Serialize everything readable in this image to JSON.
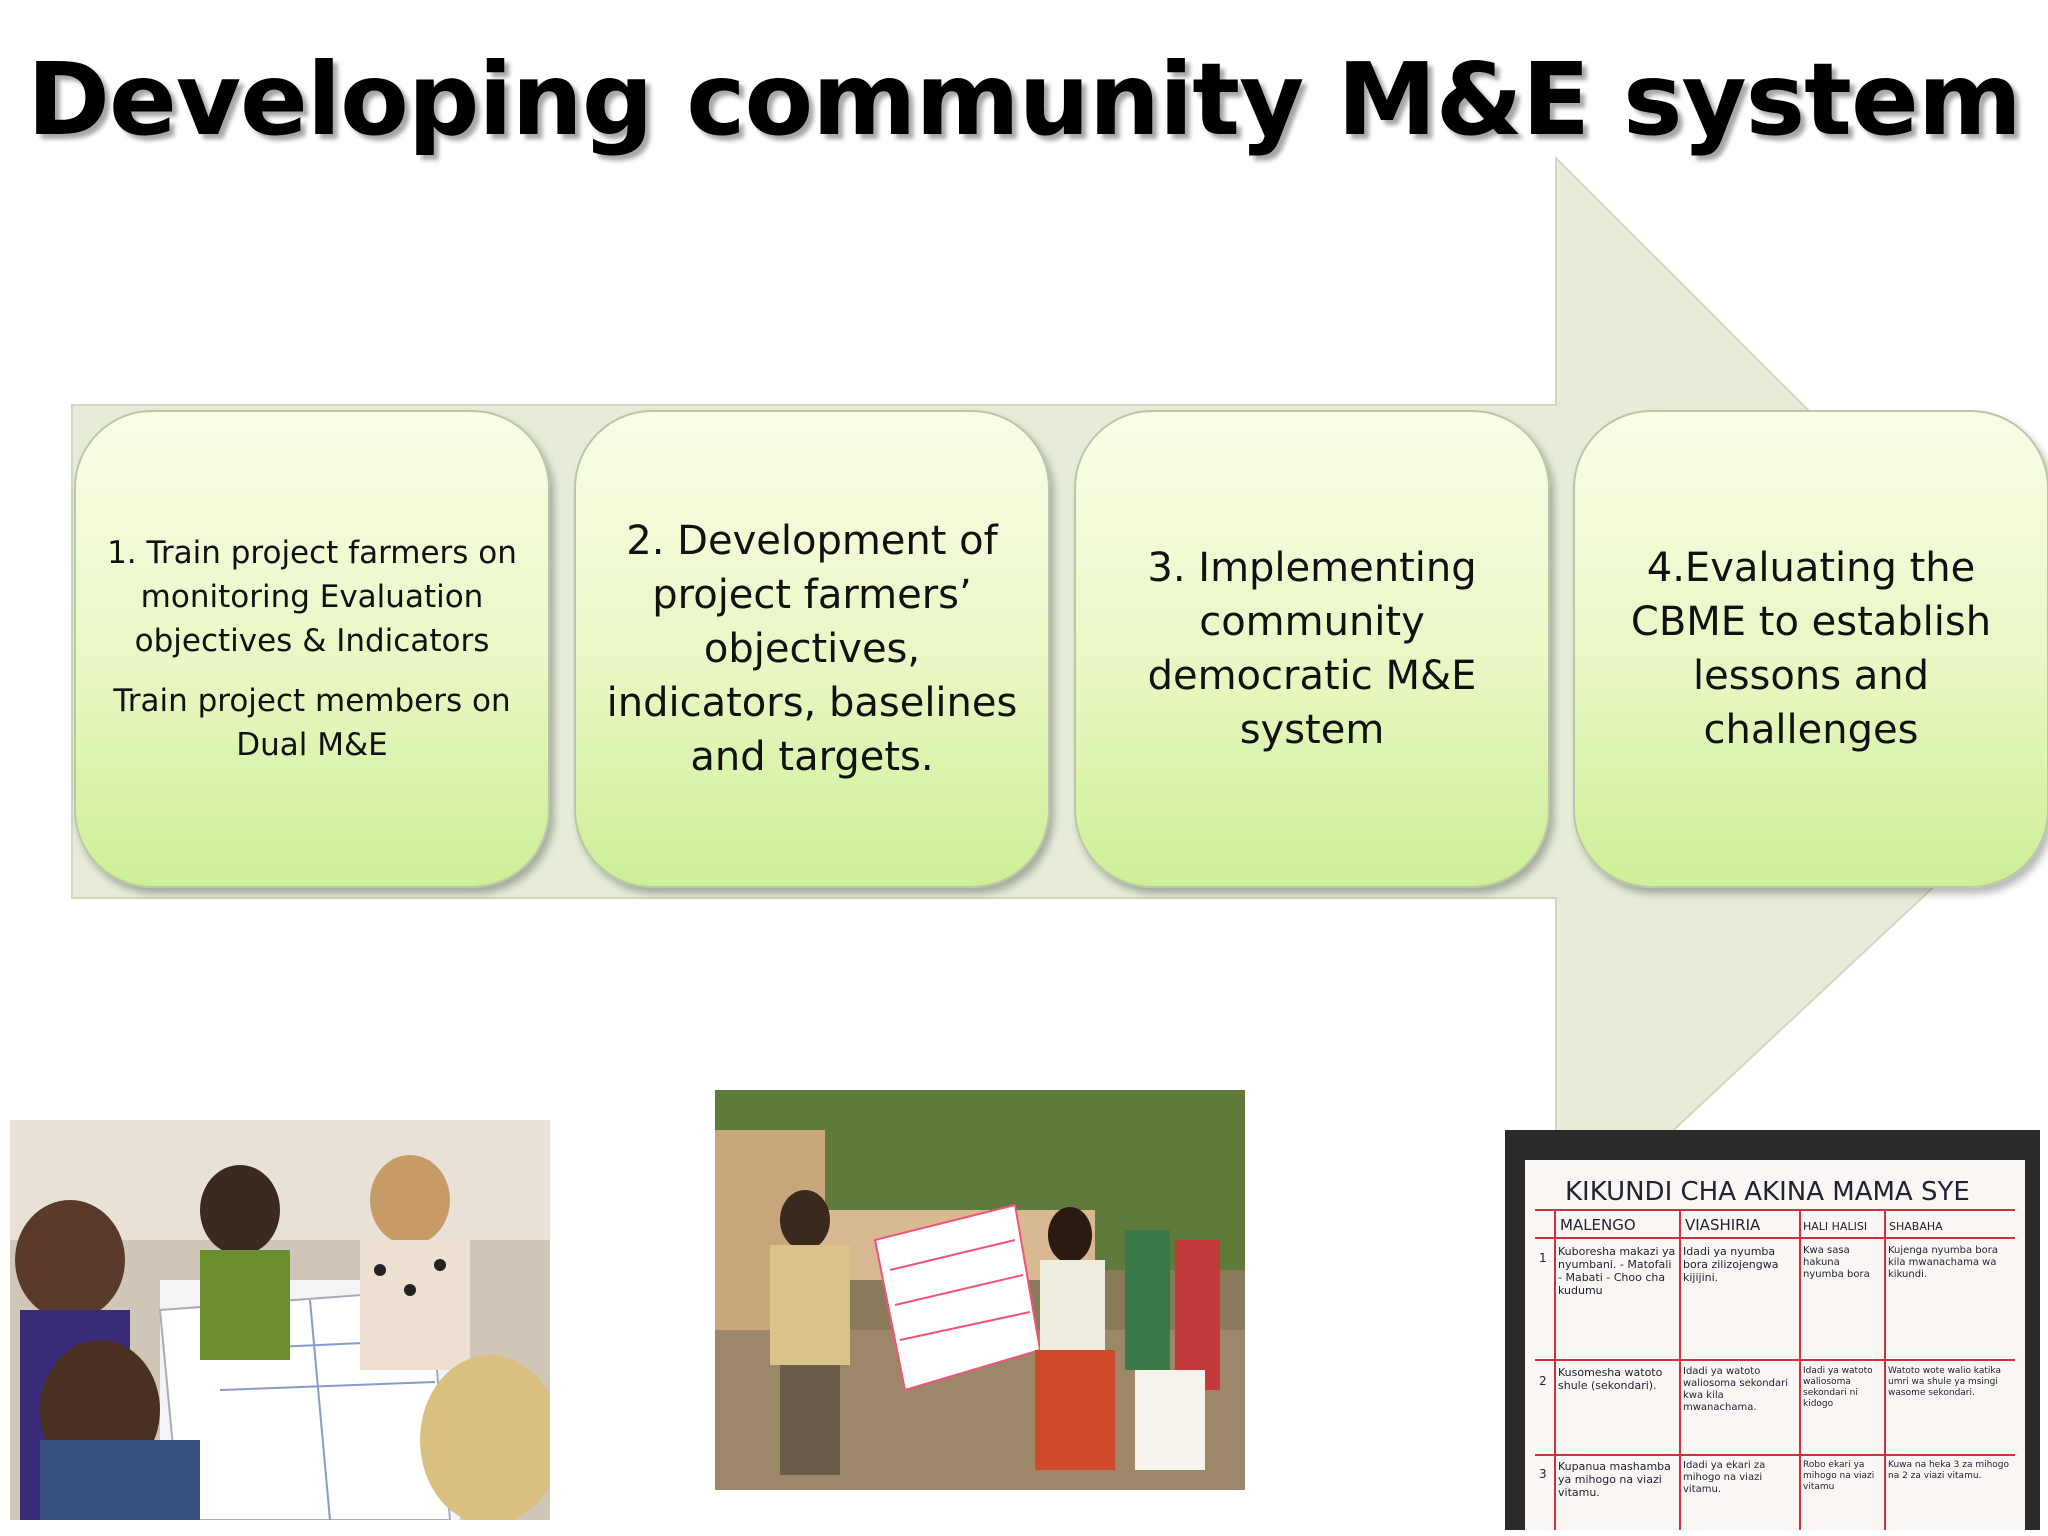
{
  "title": "Developing community M&E system",
  "steps": [
    {
      "text": "1. Train project farmers on monitoring Evaluation objectives & Indicators",
      "subtext": "Train  project members on Dual M&E"
    },
    {
      "text": "2. Development  of project farmers’ objectives, indicators, baselines and targets."
    },
    {
      "text": "3. Implementing community democratic M&E system"
    },
    {
      "text": "4.Evaluating the CBME to establish lessons and challenges"
    }
  ],
  "colors": {
    "arrow_fill": "#e6ecd9",
    "box_top": "#fafde8",
    "box_bottom": "#cdef97"
  },
  "chart": {
    "heading": "KIKUNDI CHA AKINA MAMA SYE",
    "columns": [
      "MALENGO",
      "VIASHIRIA",
      "HALI HALISI",
      "SHABAHA"
    ],
    "rows": [
      [
        "1",
        "Kuboresha makazi ya nyumbani. - Matofali - Mabati - Choo cha kudumu",
        "Idadi ya nyumba bora zilizojengwa kijijini.",
        "Kwa sasa hakuna nyumba bora",
        "Kujenga nyumba bora kila mwanachama wa kikundi."
      ],
      [
        "2",
        "Kusomesha watoto shule (sekondari).",
        "Idadi ya watoto waliosoma sekondari kwa kila mwanachama.",
        "Idadi ya watoto waliosoma sekondari ni kidogo",
        "Watoto wote walio katika umri wa shule ya msingi wasome sekondari."
      ],
      [
        "3",
        "Kupanua mashamba ya mihogo na viazi vitamu.",
        "Idadi ya ekari za mihogo na viazi vitamu.",
        "Robo ekari ya mihogo na viazi vitamu",
        "Kuwa na heka 3 za mihogo na 2 za viazi vitamu."
      ]
    ]
  }
}
